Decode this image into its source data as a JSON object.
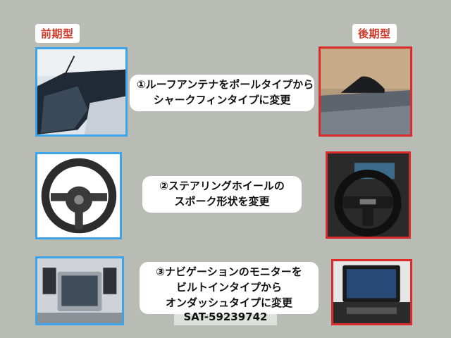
{
  "labels": {
    "before": "前期型",
    "after": "後期型"
  },
  "changes": [
    {
      "lines": [
        "①ルーフアンテナをポールタイプから",
        "シャークフィンタイプに変更"
      ],
      "before_image": "pole-antenna-photo",
      "after_image": "shark-fin-antenna-photo"
    },
    {
      "lines": [
        "②ステアリングホイールの",
        "スポーク形状を変更"
      ],
      "before_image": "old-steering-wheel-photo",
      "after_image": "new-steering-wheel-photo"
    },
    {
      "lines": [
        "③ナビゲーションのモニターを",
        "ビルトインタイプから",
        "オンダッシュタイプに変更"
      ],
      "before_image": "builtin-monitor-photo",
      "after_image": "on-dash-monitor-photo"
    }
  ],
  "watermark": "SAT-59239742",
  "colors": {
    "background": "#b9bcb4",
    "before_border": "#3fa3e8",
    "after_border": "#d92b2b",
    "label_text": "#d03a2a"
  }
}
